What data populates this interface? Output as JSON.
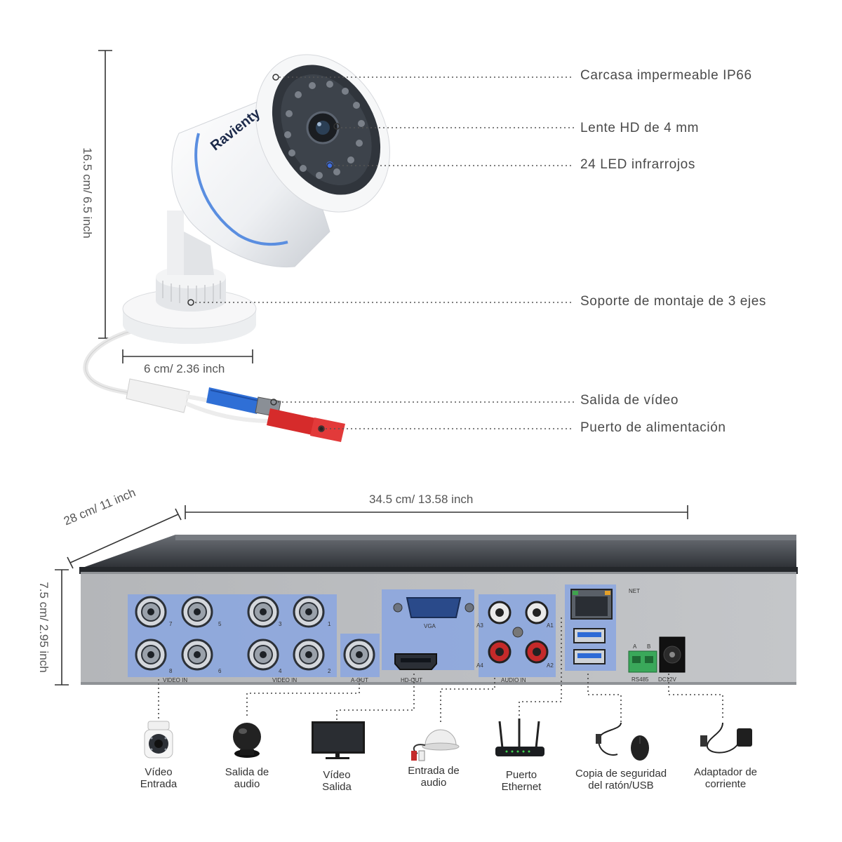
{
  "camera": {
    "brand": "Ravienty",
    "height_label": "16.5 cm/ 6.5 inch",
    "width_label": "6 cm/ 2.36 inch",
    "callouts": {
      "housing": "Carcasa impermeable IP66",
      "lens": "Lente HD de 4 mm",
      "leds": "24 LED infrarrojos",
      "mount": "Soporte de montaje de 3 ejes",
      "video_out": "Salida de vídeo",
      "power_port": "Puerto de alimentación"
    }
  },
  "dvr": {
    "width_label": "34.5 cm/ 13.58 inch",
    "depth_label": "28 cm/ 11 inch",
    "height_label": "7.5 cm/ 2.95 inch",
    "panel": {
      "video_in_left": "VIDEO IN",
      "video_in_right": "VIDEO IN",
      "a_out": "A-OUT",
      "vga": "VGA",
      "hd_out": "HD-OUT",
      "audio_in": "AUDIO IN",
      "net": "NET",
      "rs485": "RS485",
      "rs485_a": "A",
      "rs485_b": "B",
      "dc12v": "DC12V",
      "ch7": "7",
      "ch5": "5",
      "ch8": "8",
      "ch6": "6",
      "ch3": "3",
      "ch1": "1",
      "ch4": "4",
      "ch2": "2",
      "a3": "A3",
      "a1": "A1",
      "a4": "A4",
      "a2": "A2"
    },
    "captions": {
      "video_in": "Vídeo\nEntrada",
      "audio_out": "Salida de\naudio",
      "video_out": "Vídeo\nSalida",
      "audio_in": "Entrada de\naudio",
      "ethernet": "Puerto\nEthernet",
      "usb": "Copia de seguridad\ndel ratón/USB",
      "power": "Adaptador de\ncorriente"
    }
  },
  "colors": {
    "highlight": "#8aa6e0",
    "cable_blue": "#2f6fd6",
    "cable_red": "#d62b2b",
    "dvr_body": "#b9bbbe",
    "dvr_top": "#3a3d42"
  }
}
